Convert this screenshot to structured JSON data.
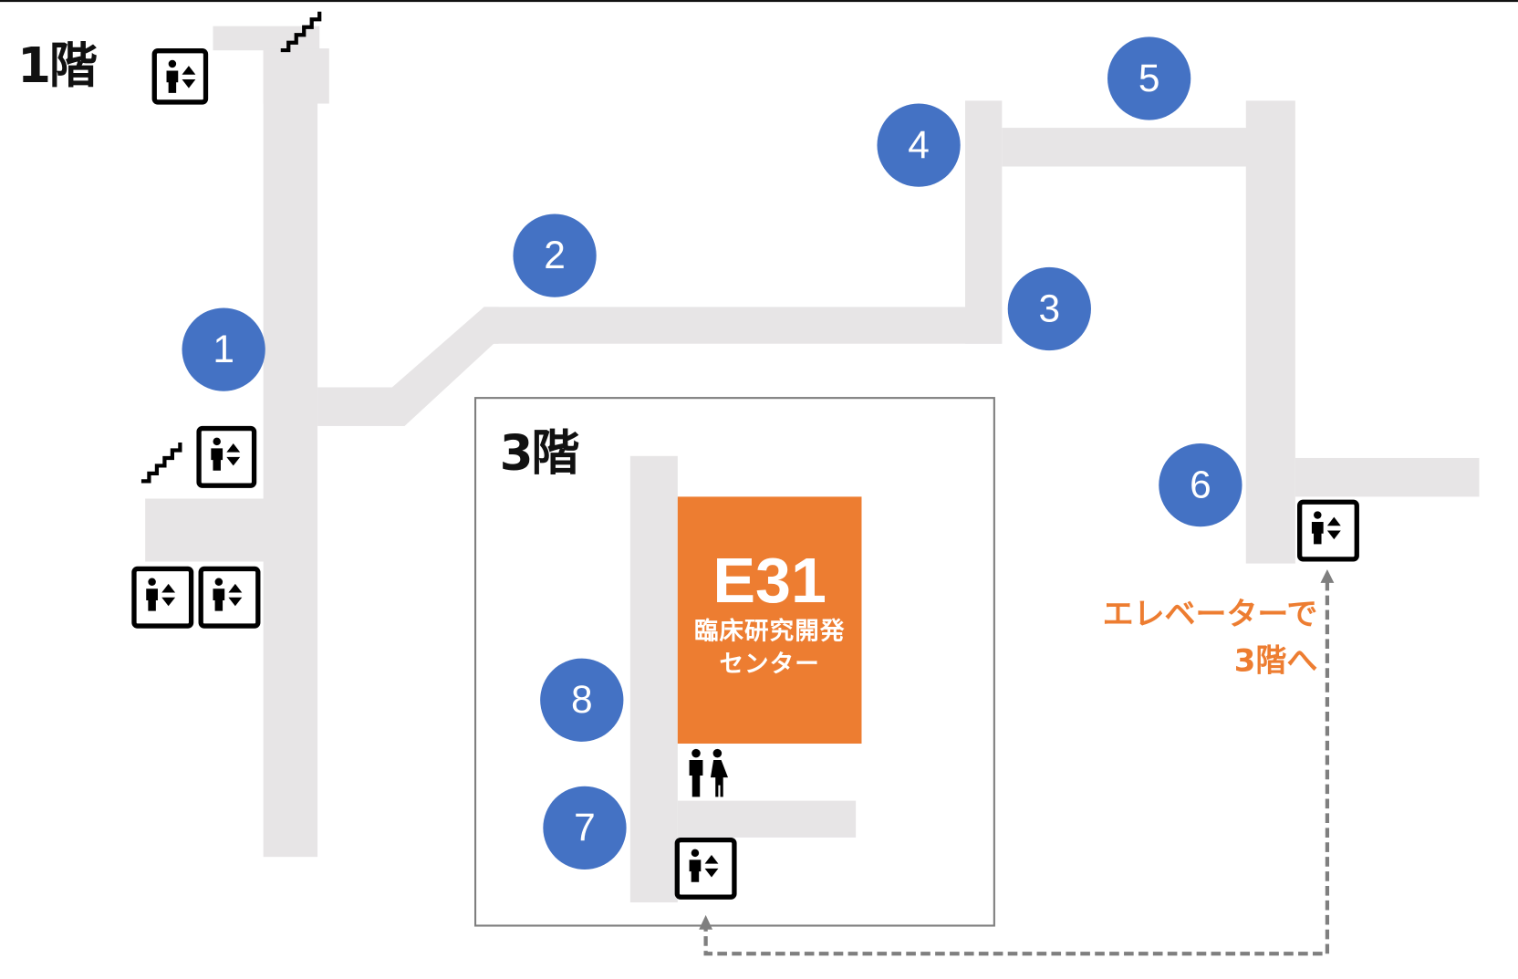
{
  "floors": {
    "first": {
      "label": "1階"
    },
    "third": {
      "label": "3階"
    }
  },
  "room": {
    "code": "E31",
    "name_line1": "臨床研究開発",
    "name_line2": "センター",
    "color": "#ed7d31"
  },
  "route_note": {
    "line1": "エレベーターで",
    "line2": "3階へ",
    "color": "#ed7d31"
  },
  "waypoints": [
    {
      "number": "1"
    },
    {
      "number": "2"
    },
    {
      "number": "3"
    },
    {
      "number": "4"
    },
    {
      "number": "5"
    },
    {
      "number": "6"
    },
    {
      "number": "7"
    },
    {
      "number": "8"
    }
  ],
  "icons": {
    "elevator": "elevator-icon",
    "stairs": "stairs-icon",
    "restroom": "restroom-icon"
  },
  "colors": {
    "waypoint": "#4472c4",
    "corridor": "#e7e5e6",
    "route_line": "#7f7f7f"
  }
}
